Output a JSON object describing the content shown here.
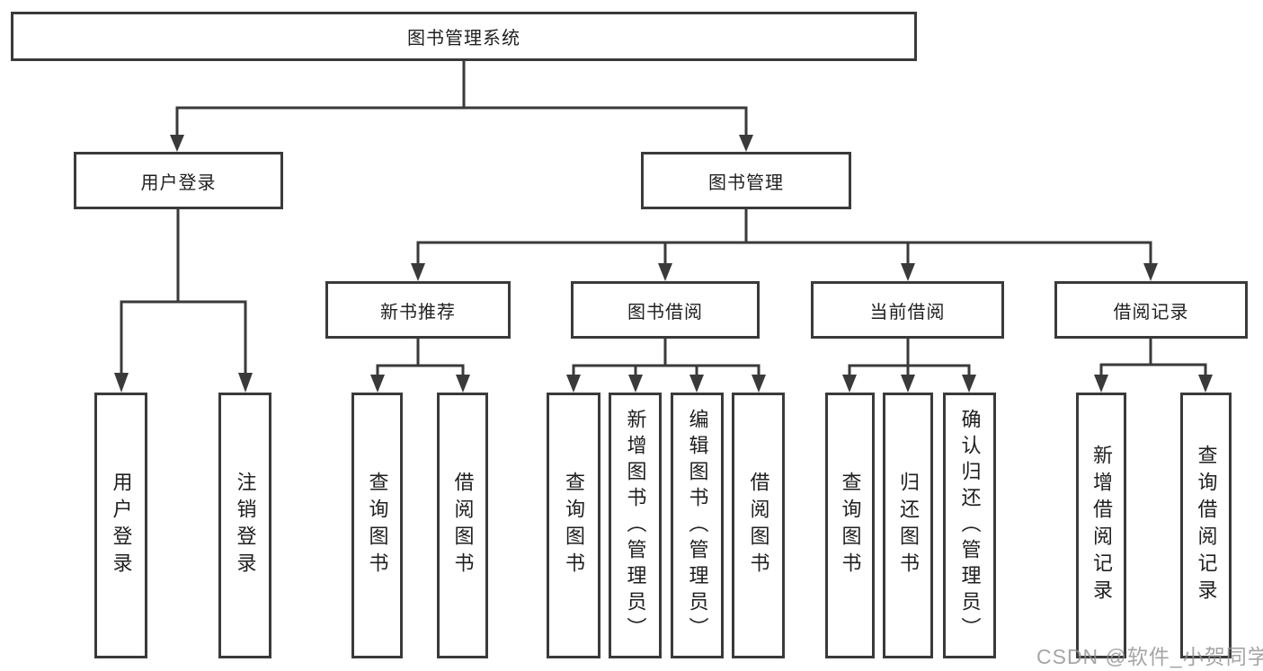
{
  "tree": {
    "label": "图书管理系统",
    "children": [
      {
        "label": "用户登录",
        "children": [
          {
            "label": "用户登录"
          },
          {
            "label": "注销登录"
          }
        ]
      },
      {
        "label": "图书管理",
        "children": [
          {
            "label": "新书推荐",
            "children": [
              {
                "label": "查询图书"
              },
              {
                "label": "借阅图书"
              }
            ]
          },
          {
            "label": "图书借阅",
            "children": [
              {
                "label": "查询图书"
              },
              {
                "label": "新增图书（管理员）"
              },
              {
                "label": "编辑图书（管理员）"
              },
              {
                "label": "借阅图书"
              }
            ]
          },
          {
            "label": "当前借阅",
            "children": [
              {
                "label": "查询图书"
              },
              {
                "label": "归还图书"
              },
              {
                "label": "确认归还（管理员）"
              }
            ]
          },
          {
            "label": "借阅记录",
            "children": [
              {
                "label": "新增借阅记录"
              },
              {
                "label": "查询借阅记录"
              }
            ]
          }
        ]
      }
    ]
  },
  "watermark": {
    "text": "CSDN @软件_小贺同学"
  },
  "colors": {
    "line": "#3a3a3a",
    "text": "#1f1f1f",
    "watermark": "#919191",
    "background": "#ffffff"
  }
}
